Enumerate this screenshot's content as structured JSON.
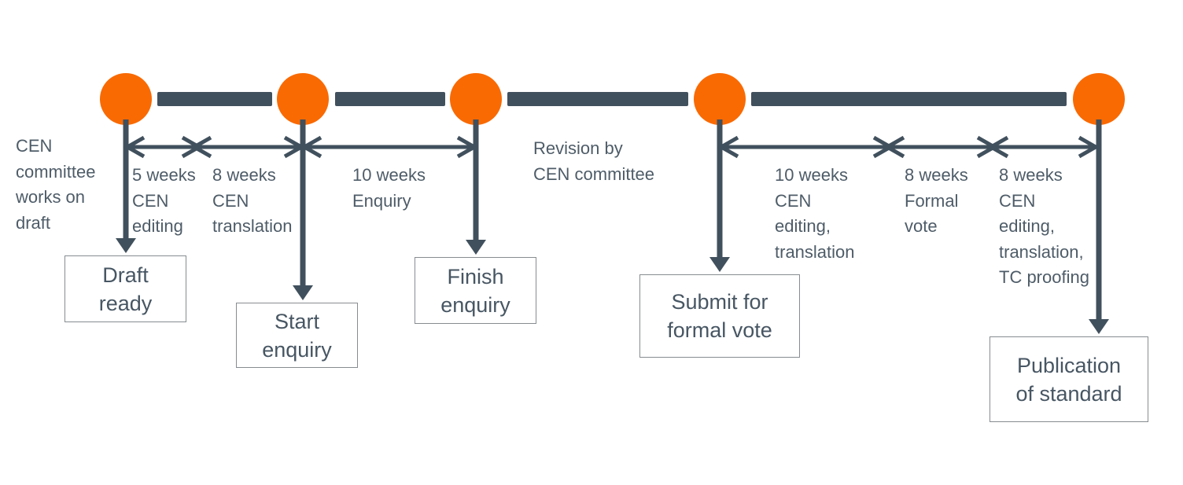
{
  "colors": {
    "accent_orange": "#f96a03",
    "slate_dark": "#41505d",
    "text_slate": "#4e5c68",
    "box_border": "#878c90",
    "box_text": "#475663"
  },
  "notes": {
    "committee_draft": "CEN\ncommittee\nworks on\ndraft",
    "revision": "Revision by\nCEN committee"
  },
  "durations": {
    "editing_5w": "5 weeks\nCEN\nediting",
    "translation_8w": "8 weeks\nCEN\ntranslation",
    "enquiry_10w": "10 weeks\nEnquiry",
    "editing_translation_10w": "10 weeks\nCEN\nediting,\ntranslation",
    "formal_vote_8w": "8 weeks\nFormal\nvote",
    "editing_translation_proofing_8w": "8 weeks\nCEN\nediting,\ntranslation,\nTC proofing"
  },
  "milestones": {
    "draft_ready": "Draft\nready",
    "start_enquiry": "Start\nenquiry",
    "finish_enquiry": "Finish\nenquiry",
    "submit_formal_vote": "Submit for\nformal vote",
    "publication": "Publication\nof standard"
  }
}
